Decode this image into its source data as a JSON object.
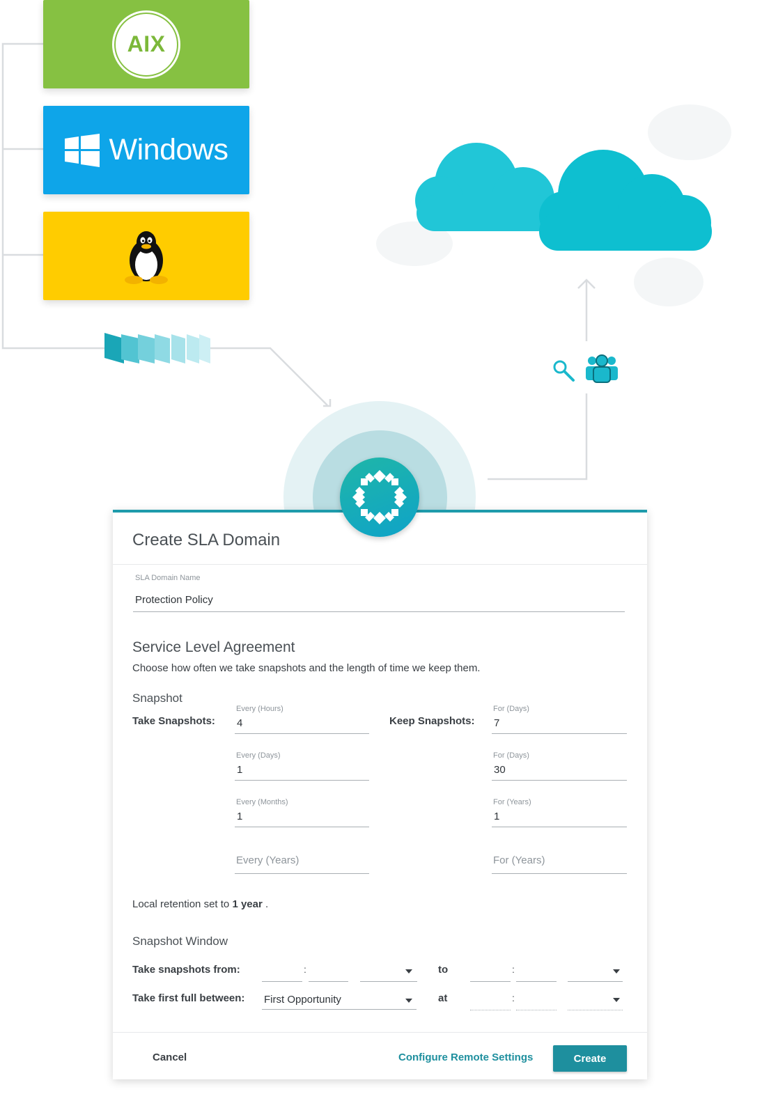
{
  "colors": {
    "aix_tile": "#86c142",
    "windows_tile": "#0ea5e9",
    "linux_tile": "#ffcc00",
    "teal_accent": "#1e8f9e",
    "cloud": "#1cc5d6"
  },
  "tiles": {
    "aix_logo_text": "AIX",
    "windows_logo_text": "Windows"
  },
  "dialog": {
    "title": "Create SLA Domain",
    "name_field": {
      "label": "SLA Domain Name",
      "value": "Protection Policy"
    },
    "sla": {
      "title": "Service Level Agreement",
      "description": "Choose how often we take snapshots and the length of time we keep them.",
      "snapshot_heading": "Snapshot",
      "take_label": "Take Snapshots:",
      "keep_label": "Keep Snapshots:",
      "take_fields": [
        {
          "label": "Every (Hours)",
          "value": "4"
        },
        {
          "label": "Every (Days)",
          "value": "1"
        },
        {
          "label": "Every (Months)",
          "value": "1"
        },
        {
          "placeholder": "Every (Years)"
        }
      ],
      "keep_fields": [
        {
          "label": "For (Days)",
          "value": "7"
        },
        {
          "label": "For (Days)",
          "value": "30"
        },
        {
          "label": "For (Years)",
          "value": "1"
        },
        {
          "placeholder": "For (Years)"
        }
      ],
      "retention_prefix": "Local retention set to",
      "retention_value": "1 year",
      "retention_suffix": "."
    },
    "window": {
      "heading": "Snapshot Window",
      "from_label": "Take snapshots from:",
      "to_label": "to",
      "first_full_label": "Take first full between:",
      "first_full_value": "First Opportunity",
      "at_label": "at",
      "colon": ":"
    },
    "footer": {
      "cancel": "Cancel",
      "remote": "Configure Remote Settings",
      "create": "Create"
    }
  }
}
